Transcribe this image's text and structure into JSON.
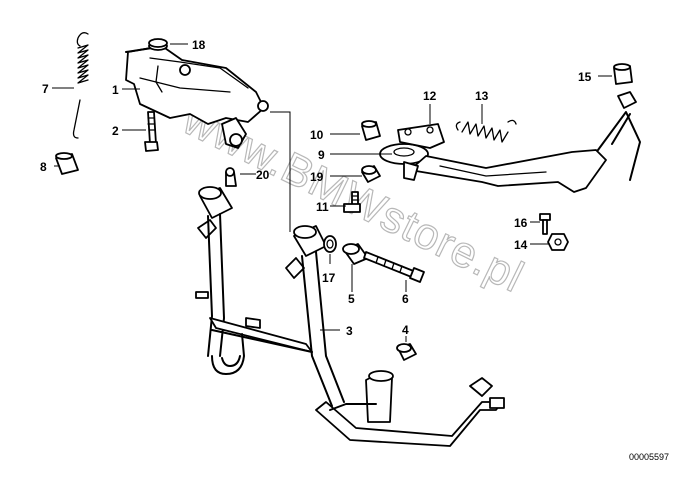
{
  "diagram": {
    "callouts": {
      "c1": "1",
      "c2": "2",
      "c3": "3",
      "c4": "4",
      "c5": "5",
      "c6": "6",
      "c7": "7",
      "c8": "8",
      "c9": "9",
      "c10": "10",
      "c11": "11",
      "c12": "12",
      "c13": "13",
      "c14": "14",
      "c15": "15",
      "c16": "16",
      "c17": "17",
      "c18": "18",
      "c19": "19",
      "c20": "20"
    },
    "watermark": "www.BMWstore.pl",
    "reference_number": "00005597"
  }
}
